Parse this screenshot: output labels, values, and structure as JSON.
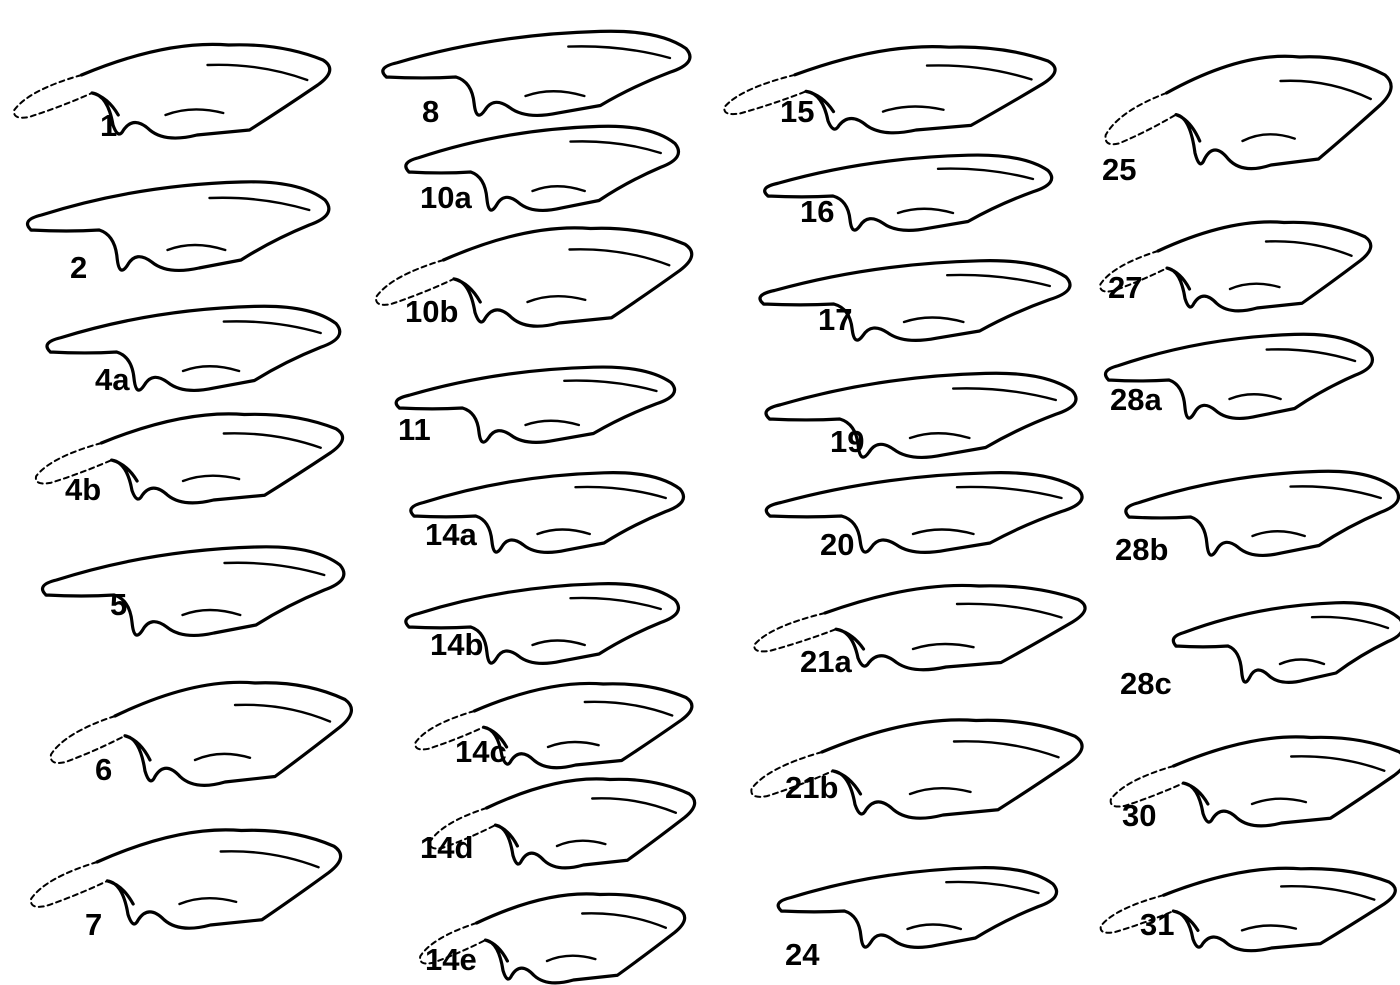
{
  "figure": {
    "columns": [
      {
        "items": [
          "1",
          "2",
          "4a",
          "4b",
          "5",
          "6",
          "7"
        ]
      },
      {
        "items": [
          "8",
          "10a",
          "10b",
          "11",
          "14a",
          "14b",
          "14c",
          "14d",
          "14e"
        ]
      },
      {
        "items": [
          "15",
          "16",
          "17",
          "19",
          "20",
          "21a",
          "21b",
          "24"
        ]
      },
      {
        "items": [
          "25",
          "27",
          "28a",
          "28b",
          "28c",
          "30",
          "31"
        ]
      }
    ]
  }
}
